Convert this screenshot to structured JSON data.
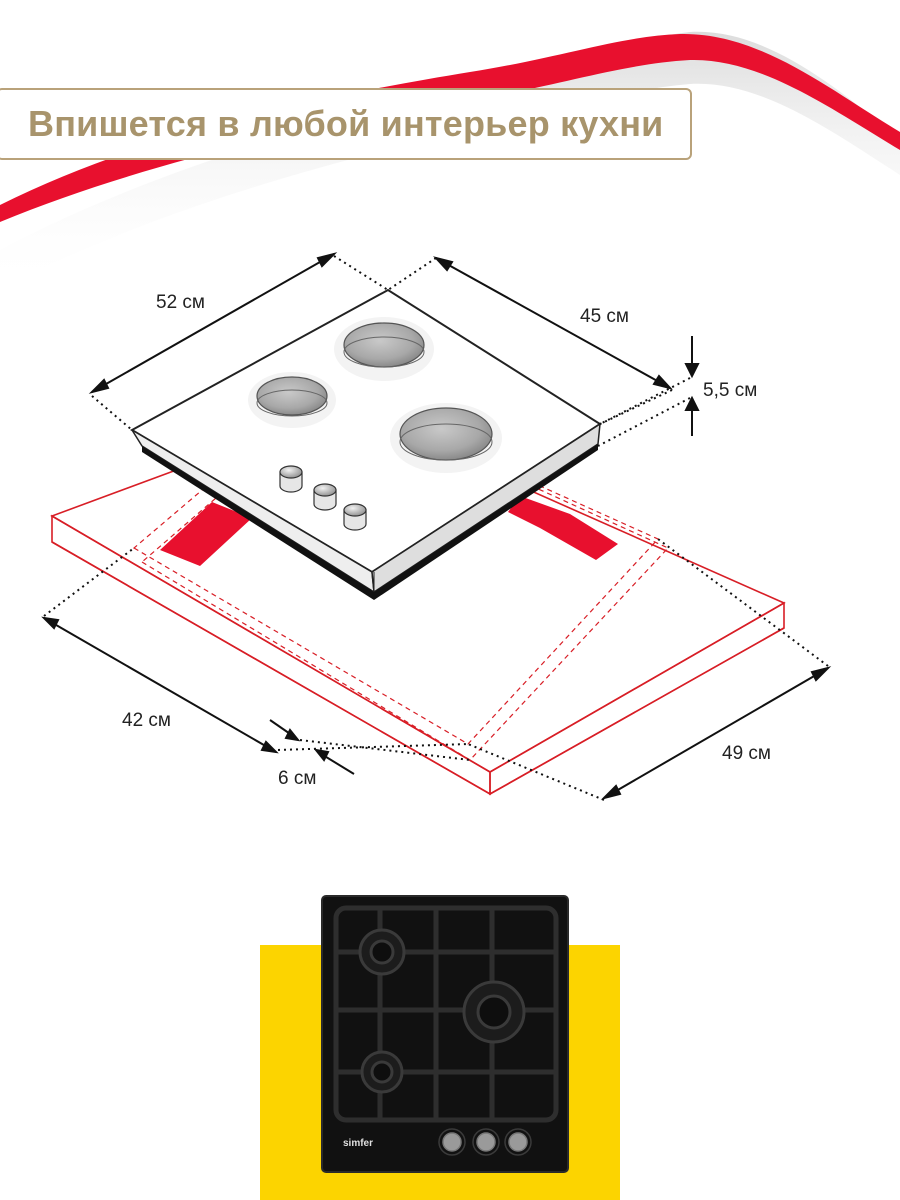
{
  "headline": "Впишется в любой интерьер кухни",
  "dimensions": {
    "width_back": "52 см",
    "depth_side": "45 см",
    "height": "5,5 см",
    "cutout_width": "42 см",
    "cutout_depth": "49 см",
    "edge_offset": "6 см"
  },
  "product": {
    "brand": "simfer",
    "color": "#111111"
  },
  "colors": {
    "accent_red": "#e8102e",
    "accent_gold": "#b9a27a",
    "accent_yellow": "#fcd400"
  }
}
